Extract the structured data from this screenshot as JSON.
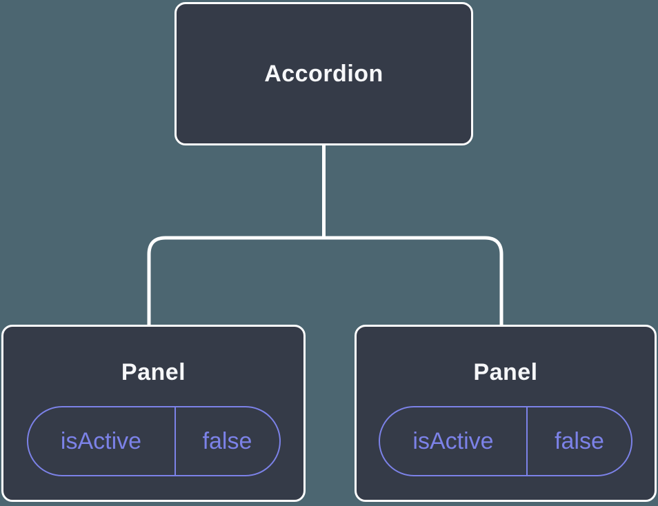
{
  "colors": {
    "background": "#4c6671",
    "card_fill": "#353b48",
    "card_border": "#ffffff",
    "text_primary": "#f6f7f9",
    "accent_purple": "#7c82e8"
  },
  "root": {
    "label": "Accordion"
  },
  "panels": [
    {
      "label": "Panel",
      "prop_name": "isActive",
      "prop_value": "false"
    },
    {
      "label": "Panel",
      "prop_name": "isActive",
      "prop_value": "false"
    }
  ]
}
